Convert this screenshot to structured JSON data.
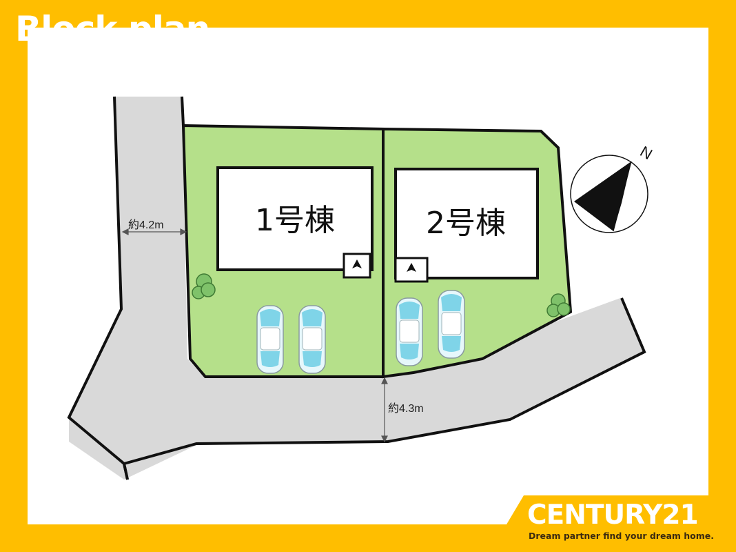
{
  "header": {
    "title": "Block plan"
  },
  "plan": {
    "houses": [
      {
        "label": "1号棟",
        "parking_spaces": 2
      },
      {
        "label": "2号棟",
        "parking_spaces": 2
      }
    ],
    "roads": [
      {
        "width_label": "約4.2m"
      },
      {
        "width_label": "約4.3m"
      }
    ],
    "compass": {
      "north_label": "N"
    }
  },
  "branding": {
    "name": "CENTURY21",
    "tagline": "Dream partner find your dream home."
  },
  "colors": {
    "frame": "#FFBE00",
    "lot": "#B5E08A",
    "road": "#D9D9D9",
    "building": "#FFFFFF",
    "car": "#7FD4E8",
    "tree": "#7FC26A"
  }
}
